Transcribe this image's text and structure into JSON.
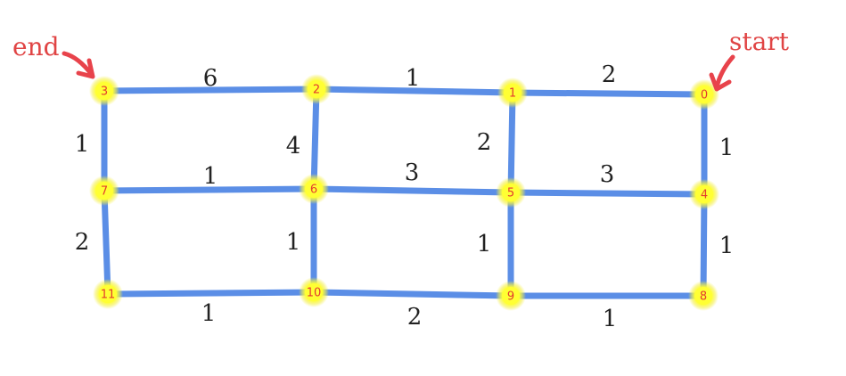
{
  "annotations": {
    "end": "end",
    "start": "start"
  },
  "colors": {
    "edge": "#5b8ee6",
    "node_fill": "#ffff33",
    "node_glow": "#f4ef4a",
    "node_label": "#e23b2e",
    "annotation": "#e04444"
  },
  "nodes": [
    {
      "id": "0"
    },
    {
      "id": "1"
    },
    {
      "id": "2"
    },
    {
      "id": "3"
    },
    {
      "id": "4"
    },
    {
      "id": "5"
    },
    {
      "id": "6"
    },
    {
      "id": "7"
    },
    {
      "id": "8"
    },
    {
      "id": "9"
    },
    {
      "id": "10"
    },
    {
      "id": "11"
    }
  ],
  "edges": [
    {
      "from": "3",
      "to": "2",
      "weight": "6"
    },
    {
      "from": "2",
      "to": "1",
      "weight": "1"
    },
    {
      "from": "1",
      "to": "0",
      "weight": "2"
    },
    {
      "from": "3",
      "to": "7",
      "weight": "1"
    },
    {
      "from": "2",
      "to": "6",
      "weight": "4"
    },
    {
      "from": "1",
      "to": "5",
      "weight": "2"
    },
    {
      "from": "0",
      "to": "4",
      "weight": "1"
    },
    {
      "from": "7",
      "to": "6",
      "weight": "1"
    },
    {
      "from": "6",
      "to": "5",
      "weight": "3"
    },
    {
      "from": "5",
      "to": "4",
      "weight": "3"
    },
    {
      "from": "7",
      "to": "11",
      "weight": "2"
    },
    {
      "from": "6",
      "to": "10",
      "weight": "1"
    },
    {
      "from": "5",
      "to": "9",
      "weight": "1"
    },
    {
      "from": "4",
      "to": "8",
      "weight": "1"
    },
    {
      "from": "11",
      "to": "10",
      "weight": "1"
    },
    {
      "from": "10",
      "to": "9",
      "weight": "2"
    },
    {
      "from": "9",
      "to": "8",
      "weight": "1"
    }
  ]
}
